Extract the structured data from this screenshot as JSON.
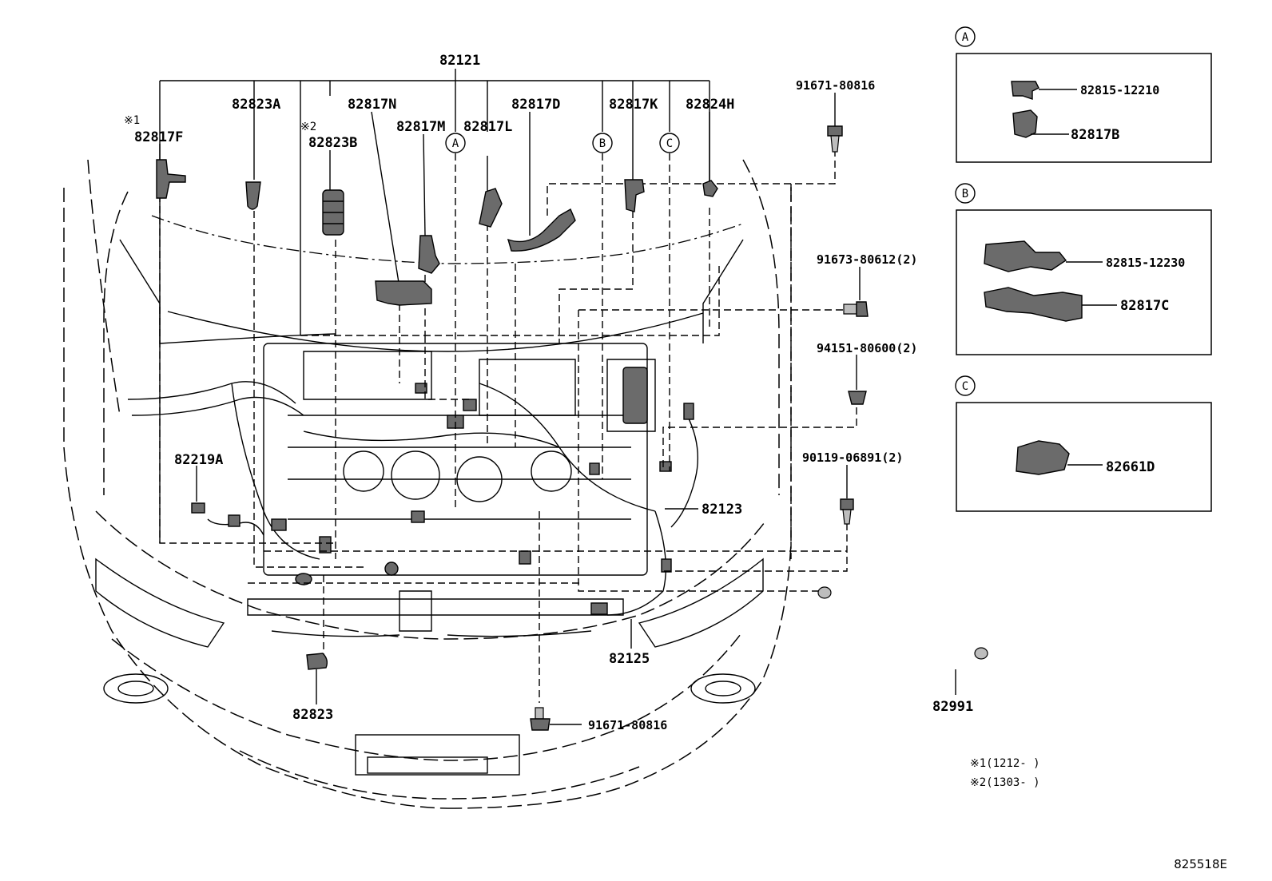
{
  "main_label": "82121",
  "top_labels": {
    "l82823A": "82823A",
    "l82817N": "82817N",
    "l82817M": "82817M",
    "l82817L": "82817L",
    "l82817D": "82817D",
    "l82817K": "82817K",
    "l82824H": "82824H",
    "l82817F": "82817F",
    "l82823B": "82823B",
    "note_mark1": "※1",
    "note_mark2": "※2"
  },
  "circle_refs": {
    "a": "A",
    "b": "B",
    "c": "C"
  },
  "side_labels": {
    "l82219A": "82219A",
    "l82123": "82123",
    "l82125": "82125",
    "l82823": "82823",
    "l82991": "82991"
  },
  "fasteners": {
    "f1": "91671-80816",
    "f2": "91673-80612(2)",
    "f3": "94151-80600(2)",
    "f4": "90119-06891(2)",
    "f5": "91671-80816"
  },
  "detail_panels": [
    {
      "key": "A",
      "parts": [
        "82815-12210",
        "82817B"
      ]
    },
    {
      "key": "B",
      "parts": [
        "82815-12230",
        "82817C"
      ]
    },
    {
      "key": "C",
      "parts": [
        "82661D"
      ]
    }
  ],
  "notes": {
    "n1": "※1(1212-      )",
    "n2": "※2(1303-      )"
  },
  "figure_id": "825518E"
}
